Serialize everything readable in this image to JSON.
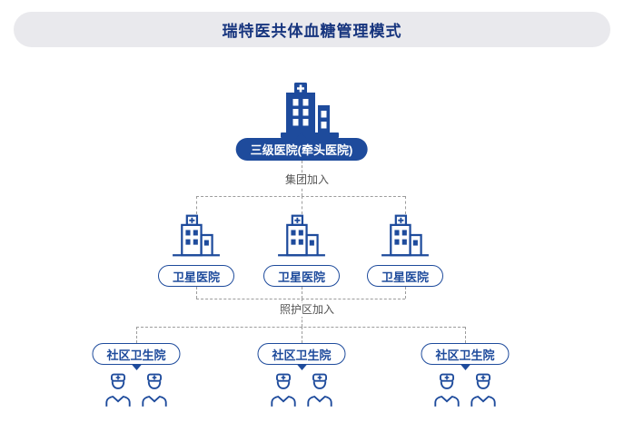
{
  "title": "瑞特医共体血糖管理模式",
  "colors": {
    "primary": "#1e4b9c",
    "banner_bg": "#e9e9ed",
    "banner_text": "#17357e",
    "dash": "#9c9c9c",
    "edge_text": "#555555",
    "background": "#ffffff"
  },
  "root": {
    "icon": "hospital-building-icon",
    "label": "三级医院(牵头医院)"
  },
  "edges": {
    "level1": "集团加入",
    "level2": "照护区加入"
  },
  "satellites": [
    {
      "icon": "satellite-hospital-icon",
      "label": "卫星医院"
    },
    {
      "icon": "satellite-hospital-icon",
      "label": "卫星医院"
    },
    {
      "icon": "satellite-hospital-icon",
      "label": "卫星医院"
    }
  ],
  "communities": [
    {
      "label": "社区卫生院",
      "staff_icons": [
        "nurse-icon",
        "nurse-icon"
      ]
    },
    {
      "label": "社区卫生院",
      "staff_icons": [
        "nurse-icon",
        "nurse-icon"
      ]
    },
    {
      "label": "社区卫生院",
      "staff_icons": [
        "nurse-icon",
        "nurse-icon"
      ]
    }
  ]
}
